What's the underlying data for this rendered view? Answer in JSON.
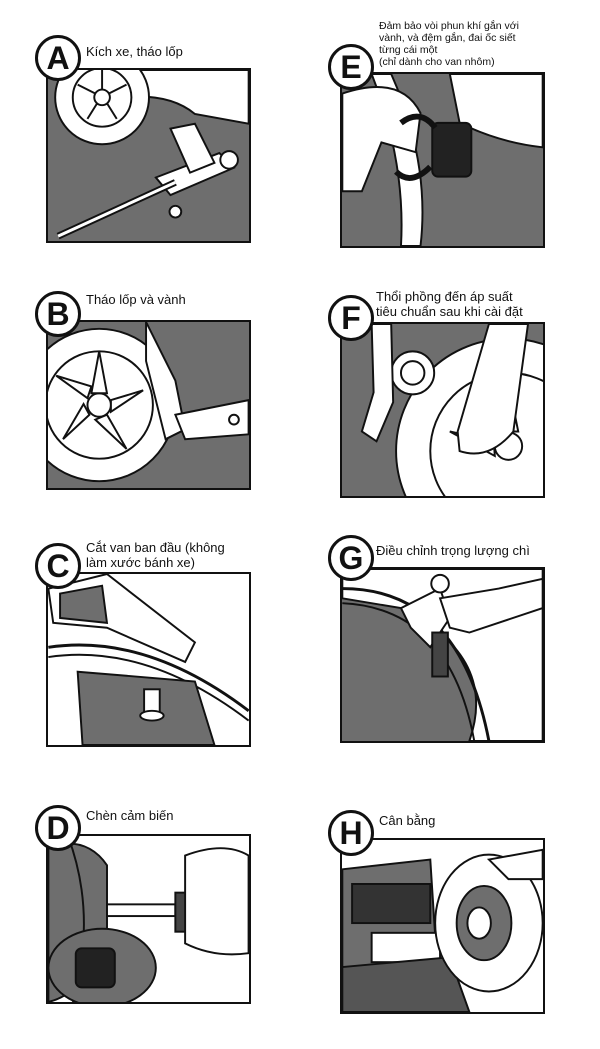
{
  "steps": [
    {
      "letter": "A",
      "caption": [
        "Kích xe, tháo lốp"
      ]
    },
    {
      "letter": "B",
      "caption": [
        "Tháo lốp và vành"
      ]
    },
    {
      "letter": "C",
      "caption": [
        "Cắt van ban đầu (không",
        "làm xước bánh xe)"
      ]
    },
    {
      "letter": "D",
      "caption": [
        "Chèn cảm biến"
      ]
    },
    {
      "letter": "E",
      "caption": [
        "Đảm bảo vòi phun khí gắn với",
        "vành, và đệm gắn, đai ốc siết",
        "từng cái một",
        "(chỉ dành cho van nhôm)"
      ]
    },
    {
      "letter": "F",
      "caption": [
        "Thổi phồng đến áp suất",
        "tiêu chuẩn sau khi cài đặt"
      ]
    },
    {
      "letter": "G",
      "caption": [
        "Điều chỉnh trọng lượng chì"
      ]
    },
    {
      "letter": "H",
      "caption": [
        "Cân bằng"
      ]
    }
  ],
  "colors": {
    "panel_bg": "#6e6e6e",
    "ink": "#111111",
    "paper": "#ffffff"
  }
}
